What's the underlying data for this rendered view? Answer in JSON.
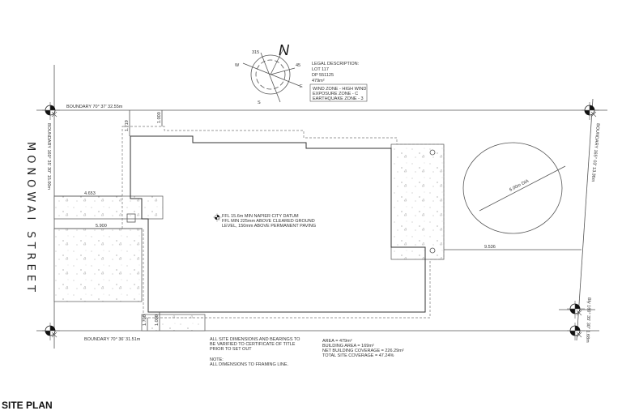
{
  "drawing_title": "SITE PLAN",
  "street_name": "MONOWAI STREET",
  "compass": {
    "north": "N",
    "south": "S",
    "east": "E",
    "west": "W",
    "deg_315": "315",
    "deg_45": "45"
  },
  "legal": {
    "heading": "LEGAL DESCRIPTION:",
    "lot": "LOT 117",
    "dp": "DP 551125",
    "area": "479m²"
  },
  "zones": [
    "WIND ZONE - HIGH WIND",
    "EXPOSURE ZONE - C",
    "EARTHQUAKE ZONE - 3"
  ],
  "boundaries": {
    "top": "BOUNDARY 70° 37'  32.55m",
    "left": "BOUNDARY 160° 35' 30\"  15.00m",
    "right": "BOUNDARY 165° 03'  13.36m",
    "right_lower": "Bly 160° 35' 30\"  1.68m",
    "bottom": "BOUNDARY 70° 36'  31.51m"
  },
  "dimensions": {
    "d1719": "1.719",
    "d1000_top": "1.000",
    "d4653": "4.653",
    "d5900": "5.900",
    "d9536": "9.536",
    "d1700": "1.700",
    "d1000_bottom": "1.000",
    "circle": "6.00m DIA"
  },
  "ffl_note": [
    "FFL 15.6m MIN NAPIER CITY DATUM",
    "FFL MIN 225mm ABOVE CLEARED GROUND",
    "LEVEL, 150mm ABOVE PERMANENT PAVING"
  ],
  "verify_note": [
    "ALL SITE DIMENSIONS AND BEARINGS TO",
    "BE VARIFIED TO CERTIFICATE OF TITLE",
    "PRIOR TO SET OUT"
  ],
  "note": [
    "NOTE:",
    "ALL DIMENSIONS TO FRAMING LINE."
  ],
  "areas": [
    "AREA = 479m²",
    "BUILDING AREA = 169m²",
    "NET BUILDING COVERAGE = 226.29m²",
    "TOTAL SITE COVERAGE = 47.24%"
  ]
}
